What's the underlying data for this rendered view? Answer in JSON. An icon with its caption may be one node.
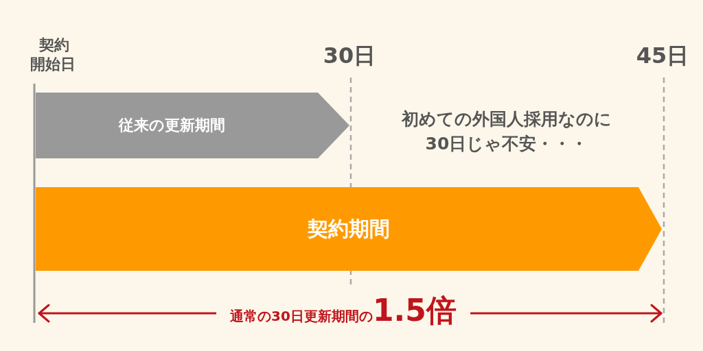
{
  "diagram": {
    "nodes": [
      {
        "text": [
          "従来の更新期間"
        ]
      },
      {
        "text": [
          "契約期間"
        ]
      }
    ],
    "labels": [
      "契約開始日",
      "30日",
      "45日",
      "初めての外国人採用なのに30日じゃ不安・・・",
      "通常の30日更新期間の**1.5倍**"
    ]
  }
}
